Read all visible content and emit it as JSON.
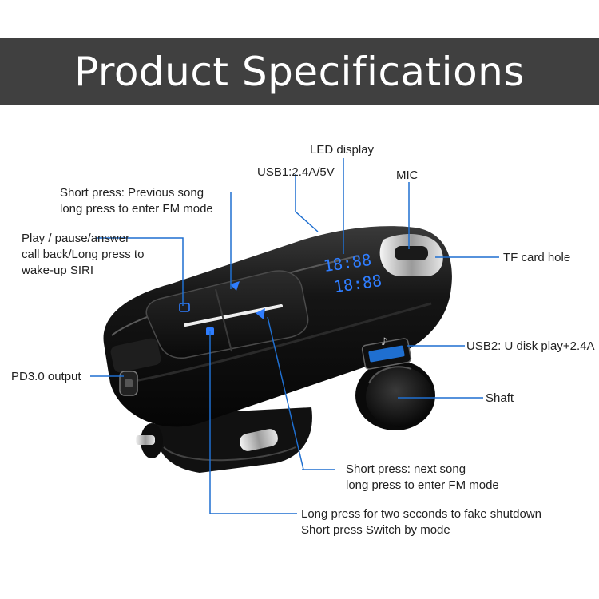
{
  "title": "Product Specifications",
  "display_digits": "18:88",
  "colors": {
    "banner": "#404040",
    "callout_line": "#1f6fd0",
    "led": "#2f7dff",
    "device_body": "#141414"
  },
  "callouts": {
    "led_display": "LED display",
    "usb1": "USB1:2.4A/5V",
    "mic": "MIC",
    "prev_song": [
      "Short press: Previous song",
      "long press to enter FM mode"
    ],
    "play_pause": [
      "Play / pause/answer",
      "call back/Long press to",
      "wake-up SIRI"
    ],
    "tf_card": "TF card hole",
    "usb2": "USB2: U disk play+2.4A",
    "pd_output": "PD3.0 output",
    "shaft": "Shaft",
    "next_song": [
      "Short press: next song",
      "long press to enter FM mode"
    ],
    "shutdown": [
      "Long press for two seconds to fake shutdown",
      "Short press Switch by mode"
    ]
  }
}
